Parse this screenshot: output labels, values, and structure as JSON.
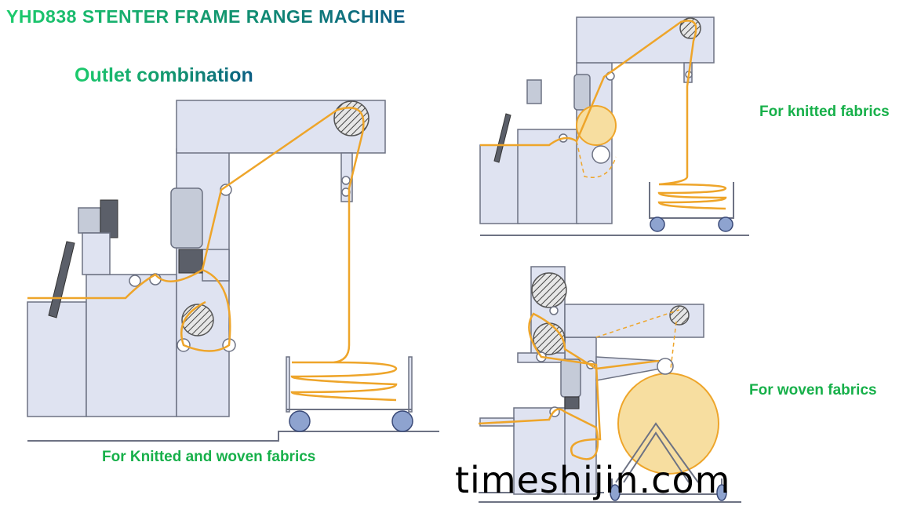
{
  "title": "YHD838 STENTER FRAME RANGE MACHINE",
  "subtitle": "Outlet combination",
  "diagrams": [
    {
      "label": "For Knitted and woven fabrics"
    },
    {
      "label": "For knitted fabrics"
    },
    {
      "label": "For woven fabrics"
    }
  ],
  "watermark": "timeshijin.com",
  "colors": {
    "fabric": "#eea52a",
    "roll": "#f7dea0",
    "frame": "#dfe3f1",
    "label": "#17b04a"
  }
}
